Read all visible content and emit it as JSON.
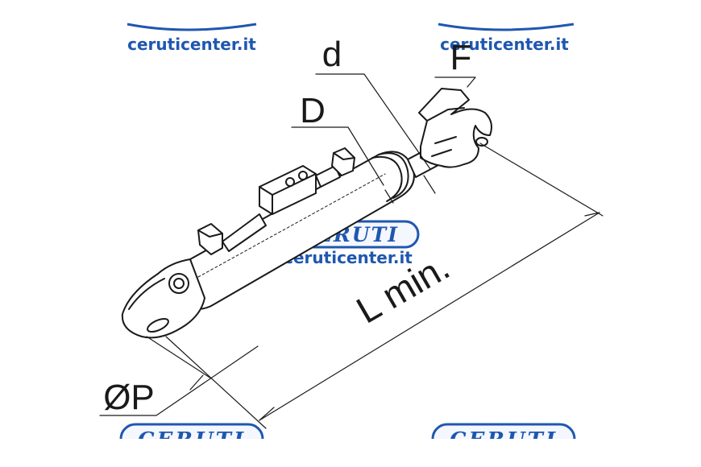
{
  "watermark": {
    "url": "ceruticenter.it",
    "logo": "CERUTI",
    "color": "#1f57b0"
  },
  "dimensions": {
    "rod_diameter": "d",
    "cylinder_diameter": "D",
    "hook": "F",
    "pin_diameter": "ØP",
    "length": "L min."
  }
}
